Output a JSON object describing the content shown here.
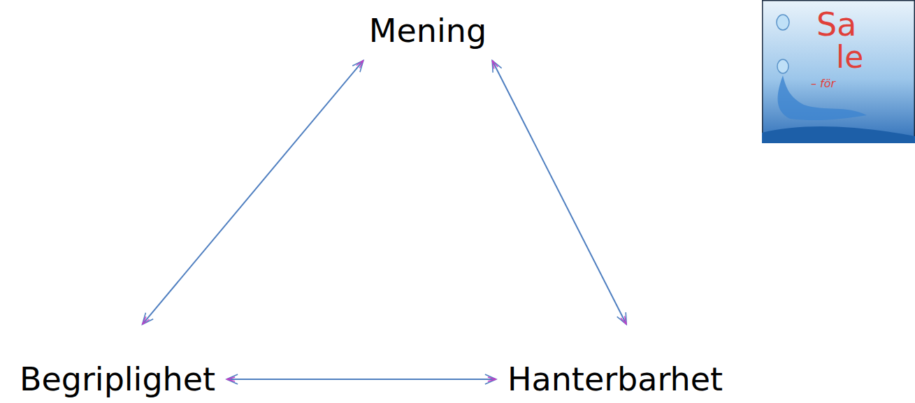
{
  "diagram": {
    "nodes": [
      {
        "text": [
          "Mening"
        ]
      },
      {
        "text": [
          "Begriplighet"
        ]
      },
      {
        "text": [
          "Hanterbarhet"
        ]
      }
    ],
    "edges": [
      {
        "from": 0,
        "to": 1,
        "arrow": "both"
      },
      {
        "from": 0,
        "to": 2,
        "arrow": "both"
      },
      {
        "from": 1,
        "to": 2,
        "arrow": "both"
      }
    ],
    "labels": [
      "Sa",
      "le",
      "– för"
    ]
  }
}
